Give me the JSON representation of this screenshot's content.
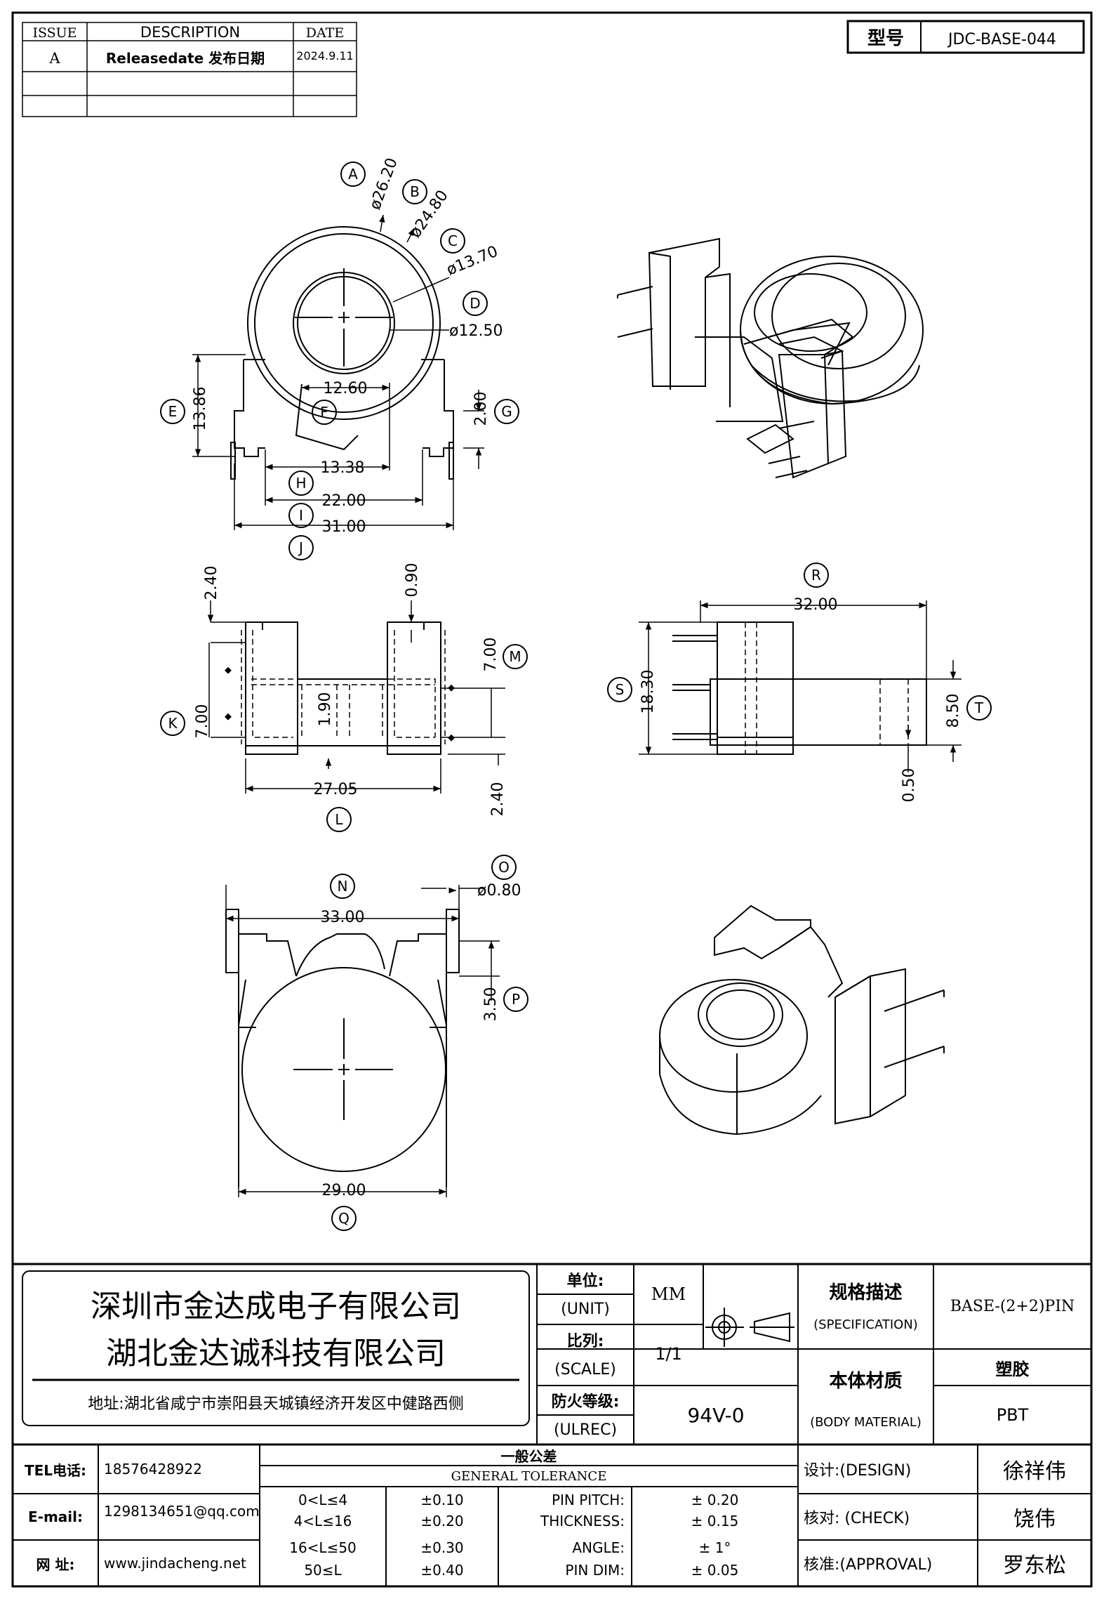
{
  "revision": {
    "headers": [
      "ISSUE",
      "DESCRIPTION",
      "DATE"
    ],
    "rows": [
      {
        "issue": "A",
        "description": "Releasedate 发布日期",
        "date": "2024.9.11"
      },
      {
        "issue": "",
        "description": "",
        "date": ""
      },
      {
        "issue": "",
        "description": "",
        "date": ""
      }
    ]
  },
  "model": {
    "label": "型号",
    "value": "JDC-BASE-044"
  },
  "dimensions": {
    "top_view": {
      "A": "ø26.20",
      "B": "ø24.80",
      "C": "ø13.70",
      "D": "ø12.50",
      "E": "13.86",
      "F": "12.60",
      "G": "2.00",
      "H": "13.38",
      "I": "22.00",
      "J": "31.00"
    },
    "side_view": {
      "K_outer": "2.40",
      "K": "7.00",
      "top_right": "0.90",
      "mid": "1.90",
      "M": "7.00",
      "L": "27.05",
      "bottom_right": "2.40"
    },
    "end_view": {
      "R": "32.00",
      "S": "18.30",
      "T": "8.50",
      "bottom": "0.50"
    },
    "bottom_view": {
      "N": "33.00",
      "O": "ø0.80",
      "P": "3.50",
      "Q": "29.00"
    }
  },
  "callouts": [
    "A",
    "B",
    "C",
    "D",
    "E",
    "F",
    "G",
    "H",
    "I",
    "J",
    "K",
    "L",
    "M",
    "N",
    "O",
    "P",
    "Q",
    "R",
    "S",
    "T"
  ],
  "title_block": {
    "company_1": "深圳市金达成电子有限公司",
    "company_2": "湖北金达诚科技有限公司",
    "address": "地址:湖北省咸宁市崇阳县天城镇经济开发区中健路西侧",
    "unit_label": "单位:",
    "unit_label_en": "(UNIT)",
    "unit_value": "MM",
    "scale_label": "比列:",
    "scale_label_en": "(SCALE)",
    "scale_value": "1/1",
    "fire_label": "防火等级:",
    "fire_label_en": "(ULREC)",
    "fire_value": "94V-0",
    "spec_label": "规格描述",
    "spec_label_en": "(SPECIFICATION)",
    "spec_value": "BASE-(2+2)PIN",
    "material_label": "本体材质",
    "material_label_en": "(BODY MATERIAL)",
    "material_value_cn": "塑胶",
    "material_value": "PBT"
  },
  "contact": {
    "tel_label": "TEL电话:",
    "tel": "18576428922",
    "email_label": "E-mail:",
    "email": "1298134651@qq.com",
    "web_label": "网  址:",
    "web": "www.jindacheng.net"
  },
  "tolerance": {
    "title_cn": "一般公差",
    "title_en": "GENERAL TOLERANCE",
    "ranges": [
      {
        "range": "0<L≤4",
        "tol": "±0.10"
      },
      {
        "range": "4<L≤16",
        "tol": "±0.20"
      },
      {
        "range": "16<L≤50",
        "tol": "±0.30"
      },
      {
        "range": "50≤L",
        "tol": "±0.40"
      }
    ],
    "specials": [
      {
        "name": "PIN PITCH:",
        "value": "±  0.20"
      },
      {
        "name": "THICKNESS:",
        "value": "±  0.15"
      },
      {
        "name": "ANGLE:",
        "value": "±  1°"
      },
      {
        "name": "PIN DIM:",
        "value": "±  0.05"
      }
    ]
  },
  "approval": {
    "design_label": "设计:(DESIGN)",
    "design_name": "徐祥伟",
    "check_label": "核对: (CHECK)",
    "check_name": "饶伟",
    "approval_label": "核准:(APPROVAL)",
    "approval_name": "罗东松"
  }
}
